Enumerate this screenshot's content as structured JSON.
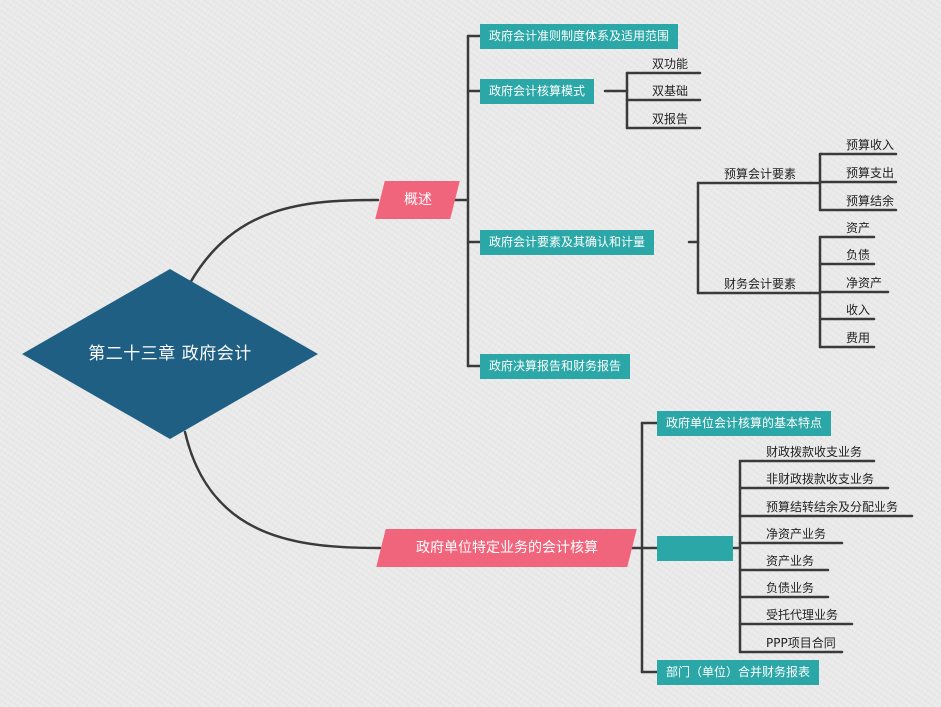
{
  "root": {
    "label": "第二十三章  政府会计"
  },
  "branches": {
    "overview": {
      "label": "概述",
      "children": {
        "c1": "政府会计准则制度体系及适用范围",
        "c2": {
          "label": "政府会计核算模式",
          "items": [
            "双功能",
            "双基础",
            "双报告"
          ]
        },
        "c3": {
          "label": "政府会计要素及其确认和计量",
          "budget": {
            "label": "预算会计要素",
            "items": [
              "预算收入",
              "预算支出",
              "预算结余"
            ]
          },
          "finance": {
            "label": "财务会计要素",
            "items": [
              "资产",
              "负债",
              "净资产",
              "收入",
              "费用"
            ]
          }
        },
        "c4": "政府决算报告和财务报告"
      }
    },
    "special": {
      "label": "政府单位特定业务的会计核算",
      "children": {
        "c1": "政府单位会计核算的基本特点",
        "c2": {
          "label": "",
          "items": [
            "财政拨款收支业务",
            "非财政拨款收支业务",
            "预算结转结余及分配业务",
            "净资产业务",
            "资产业务",
            "负债业务",
            "受托代理业务",
            "PPP项目合同"
          ]
        },
        "c3": "部门（单位）合并财务报表"
      }
    }
  },
  "colors": {
    "root": "#1f5f83",
    "branch": "#f0647c",
    "sub": "#2ba7a7",
    "line": "#3a3a3a"
  }
}
